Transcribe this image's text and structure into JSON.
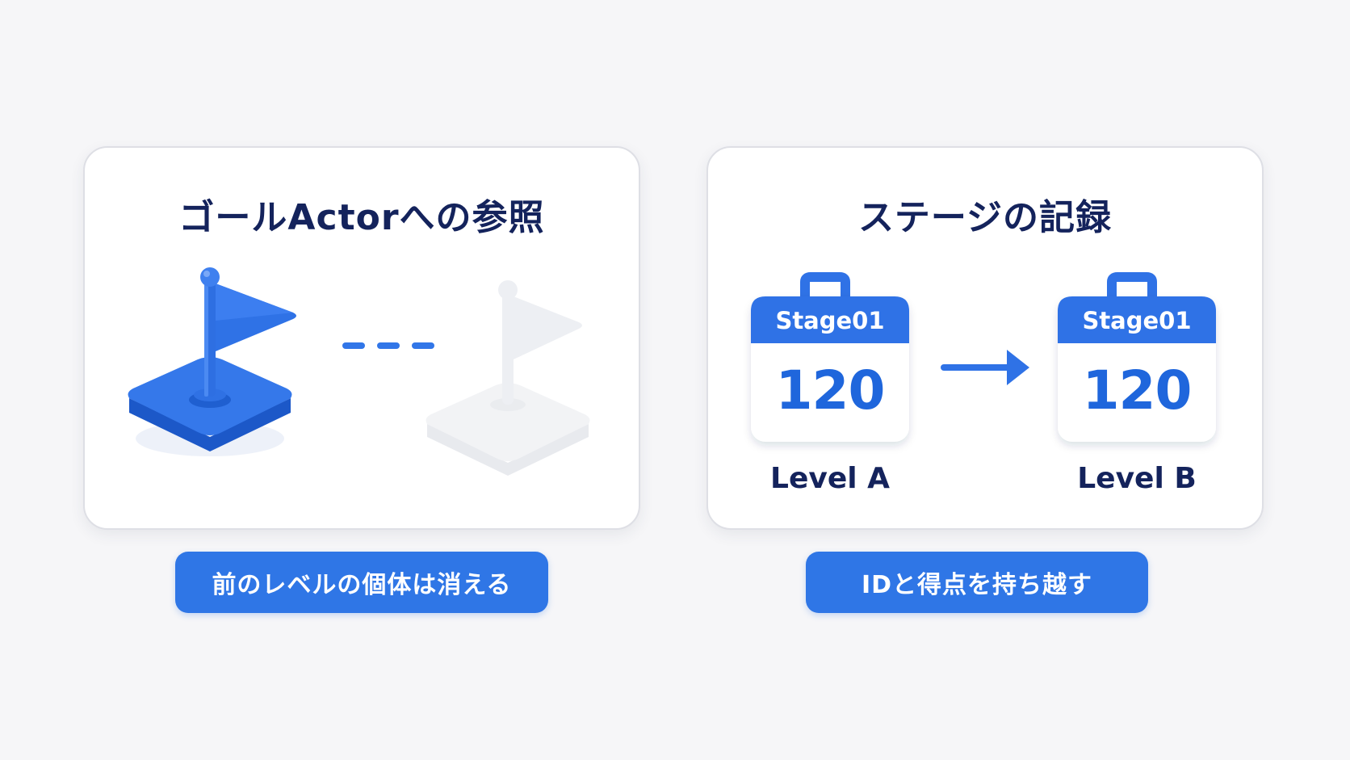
{
  "left_panel": {
    "title": "ゴールActorへの参照",
    "caption": "前のレベルの個体は消える"
  },
  "right_panel": {
    "title": "ステージの記録",
    "caption": "IDと得点を持ち越す",
    "cards": [
      {
        "stage": "Stage01",
        "score": "120",
        "level": "Level A"
      },
      {
        "stage": "Stage01",
        "score": "120",
        "level": "Level B"
      }
    ]
  },
  "colors": {
    "accent": "#2f76e6",
    "title_text": "#14235c",
    "faded_flag": "#eceef2",
    "background": "#f6f6f8"
  },
  "icons": {
    "active_flag": "flag-icon",
    "faded_flag": "flag-faded-icon",
    "link": "dashed-line",
    "transfer": "arrow-right-icon",
    "card": "stage-card-icon"
  }
}
